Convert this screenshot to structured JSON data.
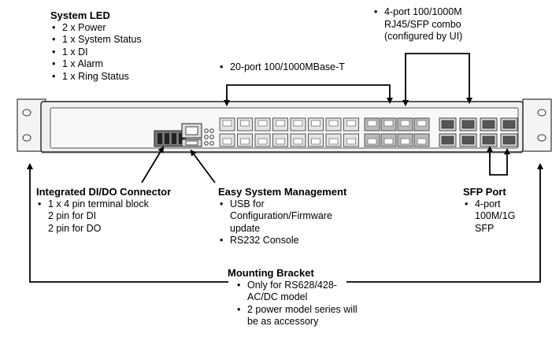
{
  "system_led": {
    "heading": "System LED",
    "items": [
      "2 x Power",
      "1 x System Status",
      "1 x DI",
      "1 x Alarm",
      "1 x Ring Status"
    ]
  },
  "combo_ports": {
    "lines": [
      "4-port 100/1000M",
      "RJ45/SFP combo",
      "(configured by UI)"
    ]
  },
  "copper_ports": {
    "label": "20-port 100/1000MBase-T"
  },
  "dido": {
    "heading": "Integrated DI/DO Connector",
    "item": "1 x 4 pin terminal block",
    "sub1": "2 pin for DI",
    "sub2": "2 pin for DO"
  },
  "management": {
    "heading": "Easy System Management",
    "item1_line1": "USB for",
    "item1_line2": "Configuration/Firmware",
    "item1_line3": "update",
    "item2": "RS232 Console"
  },
  "sfp": {
    "heading": "SFP Port",
    "line1": "4-port",
    "line2": "100M/1G",
    "line3": "SFP"
  },
  "bracket": {
    "heading": "Mounting Bracket",
    "item1_line1": "Only for RS628/428-",
    "item1_line2": "AC/DC model",
    "item2_line1": "2 power model series will",
    "item2_line2": "be as accessory"
  }
}
